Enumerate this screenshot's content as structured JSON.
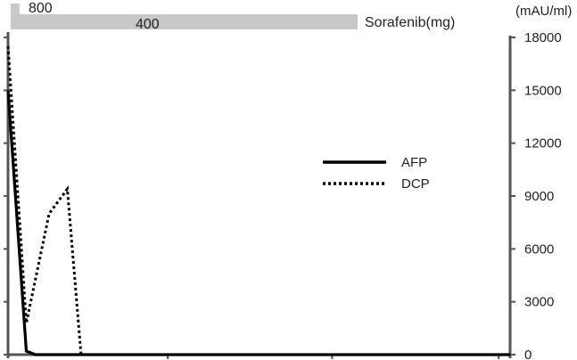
{
  "chart_data": {
    "type": "line",
    "title": "",
    "xlabel": "",
    "ylabel": "(mAU/ml)",
    "ylim": [
      0,
      18000
    ],
    "yticks": [
      0,
      3000,
      6000,
      9000,
      12000,
      15000,
      18000
    ],
    "x_range": [
      0,
      22
    ],
    "legend_position": "right-middle",
    "grid": false,
    "series": [
      {
        "name": "AFP",
        "style": "solid",
        "color": "#000000",
        "x": [
          0,
          0.8,
          1.2,
          22
        ],
        "values": [
          15000,
          200,
          0,
          0
        ]
      },
      {
        "name": "DCP",
        "style": "dotted",
        "color": "#000000",
        "x": [
          0,
          0.8,
          1.8,
          2.6,
          3.2,
          22
        ],
        "values": [
          17500,
          1800,
          8000,
          9400,
          0,
          0
        ]
      }
    ],
    "dose_bar": {
      "label": "Sorafenib(mg)",
      "color": "#c8c8c8",
      "segments": [
        {
          "label": "800",
          "x": [
            0,
            0.35
          ]
        },
        {
          "label": "400",
          "x": [
            0,
            15.3
          ]
        }
      ]
    }
  }
}
